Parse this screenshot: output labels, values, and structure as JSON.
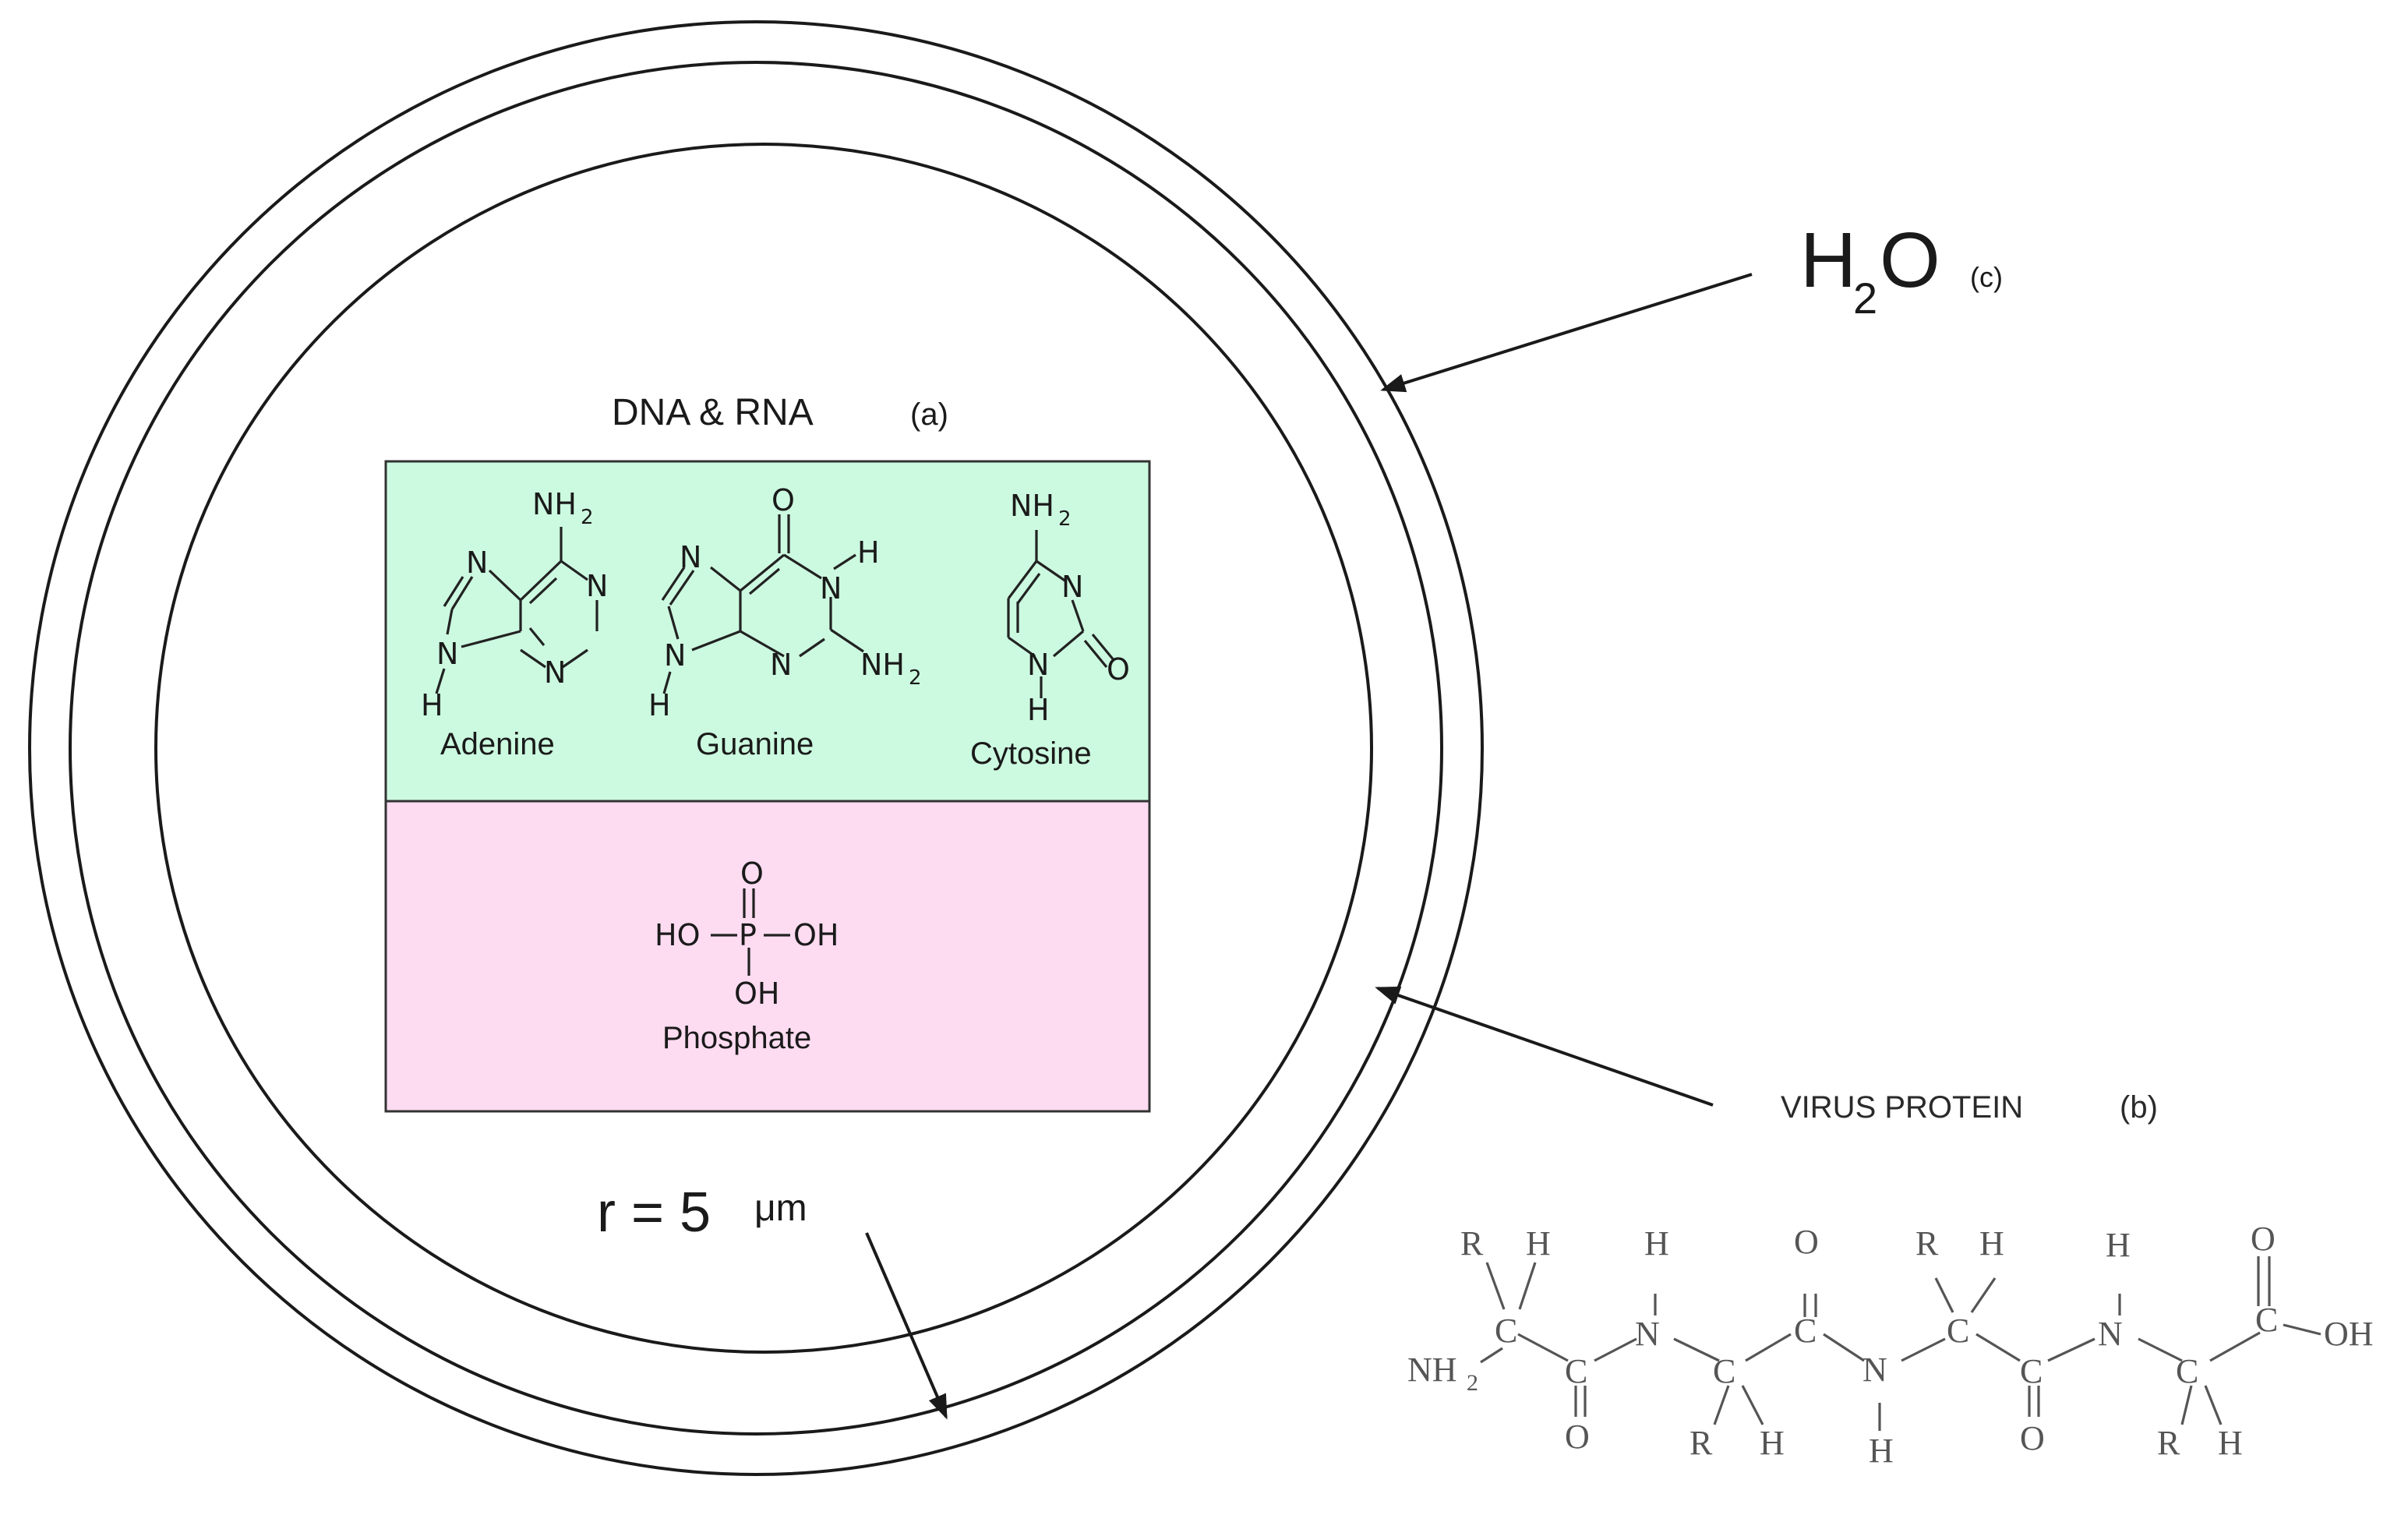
{
  "labels": {
    "dna_rna": "DNA & RNA",
    "dna_rna_tag": "(a)",
    "water_H": "H",
    "water_sub": "2",
    "water_O": "O",
    "water_tag": "(c)",
    "virus_protein": "VIRUS PROTEIN",
    "virus_protein_tag": "(b)",
    "radius_value": "r = 5",
    "radius_unit": "μm"
  },
  "bases": {
    "adenine": "Adenine",
    "guanine": "Guanine",
    "cytosine": "Cytosine",
    "phosphate": "Phosphate"
  },
  "atoms": {
    "NH2": "NH",
    "sub2": "2",
    "N": "N",
    "H": "H",
    "O": "O",
    "P": "P",
    "HO": "HO",
    "OH": "OH",
    "R": "R",
    "C": "C"
  },
  "colors": {
    "bases_panel": "#ccfae0",
    "phosphate_panel": "#fddcf1",
    "line": "#1a1a1a"
  }
}
